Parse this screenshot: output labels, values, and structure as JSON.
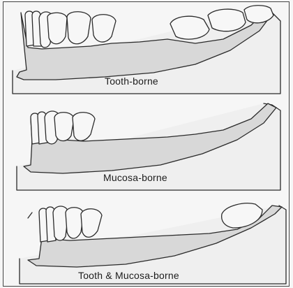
{
  "panels": [
    {
      "label": "Tooth-borne"
    },
    {
      "label": "Mucosa-borne"
    },
    {
      "label": "Tooth & Mucosa-borne"
    }
  ]
}
